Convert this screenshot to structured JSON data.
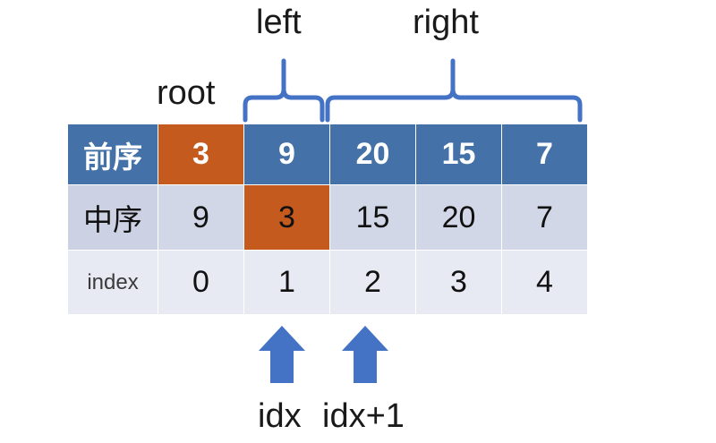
{
  "annotations": {
    "root": "root",
    "left": "left",
    "right": "right"
  },
  "table": {
    "rows": [
      {
        "name": "preorder",
        "header": "前序",
        "cells": [
          "3",
          "9",
          "20",
          "15",
          "7"
        ],
        "highlight_index": 0
      },
      {
        "name": "inorder",
        "header": "中序",
        "cells": [
          "9",
          "3",
          "15",
          "20",
          "7"
        ],
        "highlight_index": 1
      },
      {
        "name": "index",
        "header": "index",
        "cells": [
          "0",
          "1",
          "2",
          "3",
          "4"
        ],
        "highlight_index": -1
      }
    ]
  },
  "pointers": {
    "idx_label": "idx",
    "idx_plus_one_label": "idx+1"
  },
  "colors": {
    "header_blue": "#4472A8",
    "highlight_orange": "#C55A1E",
    "row_inorder_bg": "#D2D7E7",
    "row_index_bg": "#E7E9F3",
    "brace_blue": "#4472C4",
    "arrow_blue": "#4472C4"
  }
}
